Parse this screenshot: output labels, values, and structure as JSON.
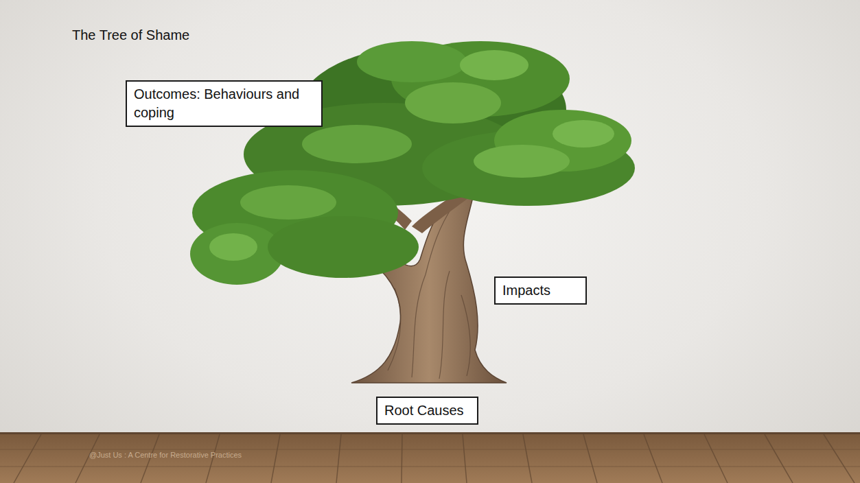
{
  "diagram": {
    "title": "The Tree of Shame",
    "nodes": [
      {
        "text": [
          "Outcomes: Behaviours and coping"
        ]
      },
      {
        "text": [
          "Impacts"
        ]
      },
      {
        "text": [
          "Root Causes"
        ]
      }
    ],
    "labels": [
      "@Just Us : A Centre for Restorative Practices"
    ]
  }
}
